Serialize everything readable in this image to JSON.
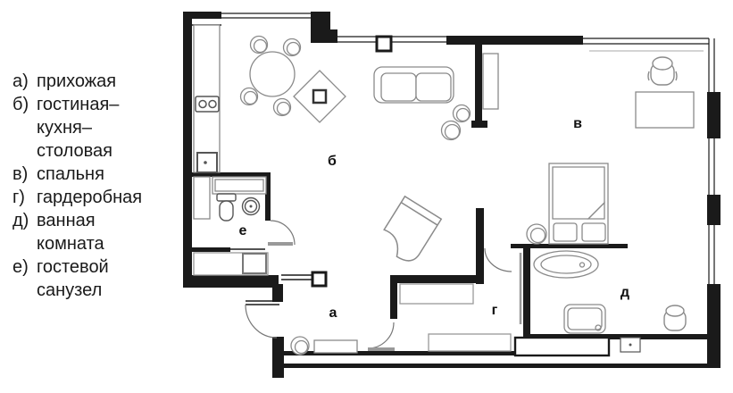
{
  "legend": {
    "items": [
      {
        "key": "а)",
        "lines": [
          "прихожая"
        ]
      },
      {
        "key": "б)",
        "lines": [
          "гостиная–",
          "кухня–",
          "столовая"
        ]
      },
      {
        "key": "в)",
        "lines": [
          "спальня"
        ]
      },
      {
        "key": "г)",
        "lines": [
          "гардеробная"
        ]
      },
      {
        "key": "д)",
        "lines": [
          "ванная",
          "комната"
        ]
      },
      {
        "key": "е)",
        "lines": [
          "гостевой",
          "санузел"
        ]
      }
    ]
  },
  "plan": {
    "room_labels": [
      {
        "id": "hallway",
        "label": "а"
      },
      {
        "id": "living-kitchen-dining",
        "label": "б"
      },
      {
        "id": "bedroom",
        "label": "в"
      },
      {
        "id": "wardrobe",
        "label": "г"
      },
      {
        "id": "bathroom",
        "label": "д"
      },
      {
        "id": "guest-wc",
        "label": "е"
      }
    ],
    "colors": {
      "wall": "#1a1a1a",
      "furniture": "#8a8a8a",
      "door": "#777777",
      "background": "#ffffff"
    }
  }
}
